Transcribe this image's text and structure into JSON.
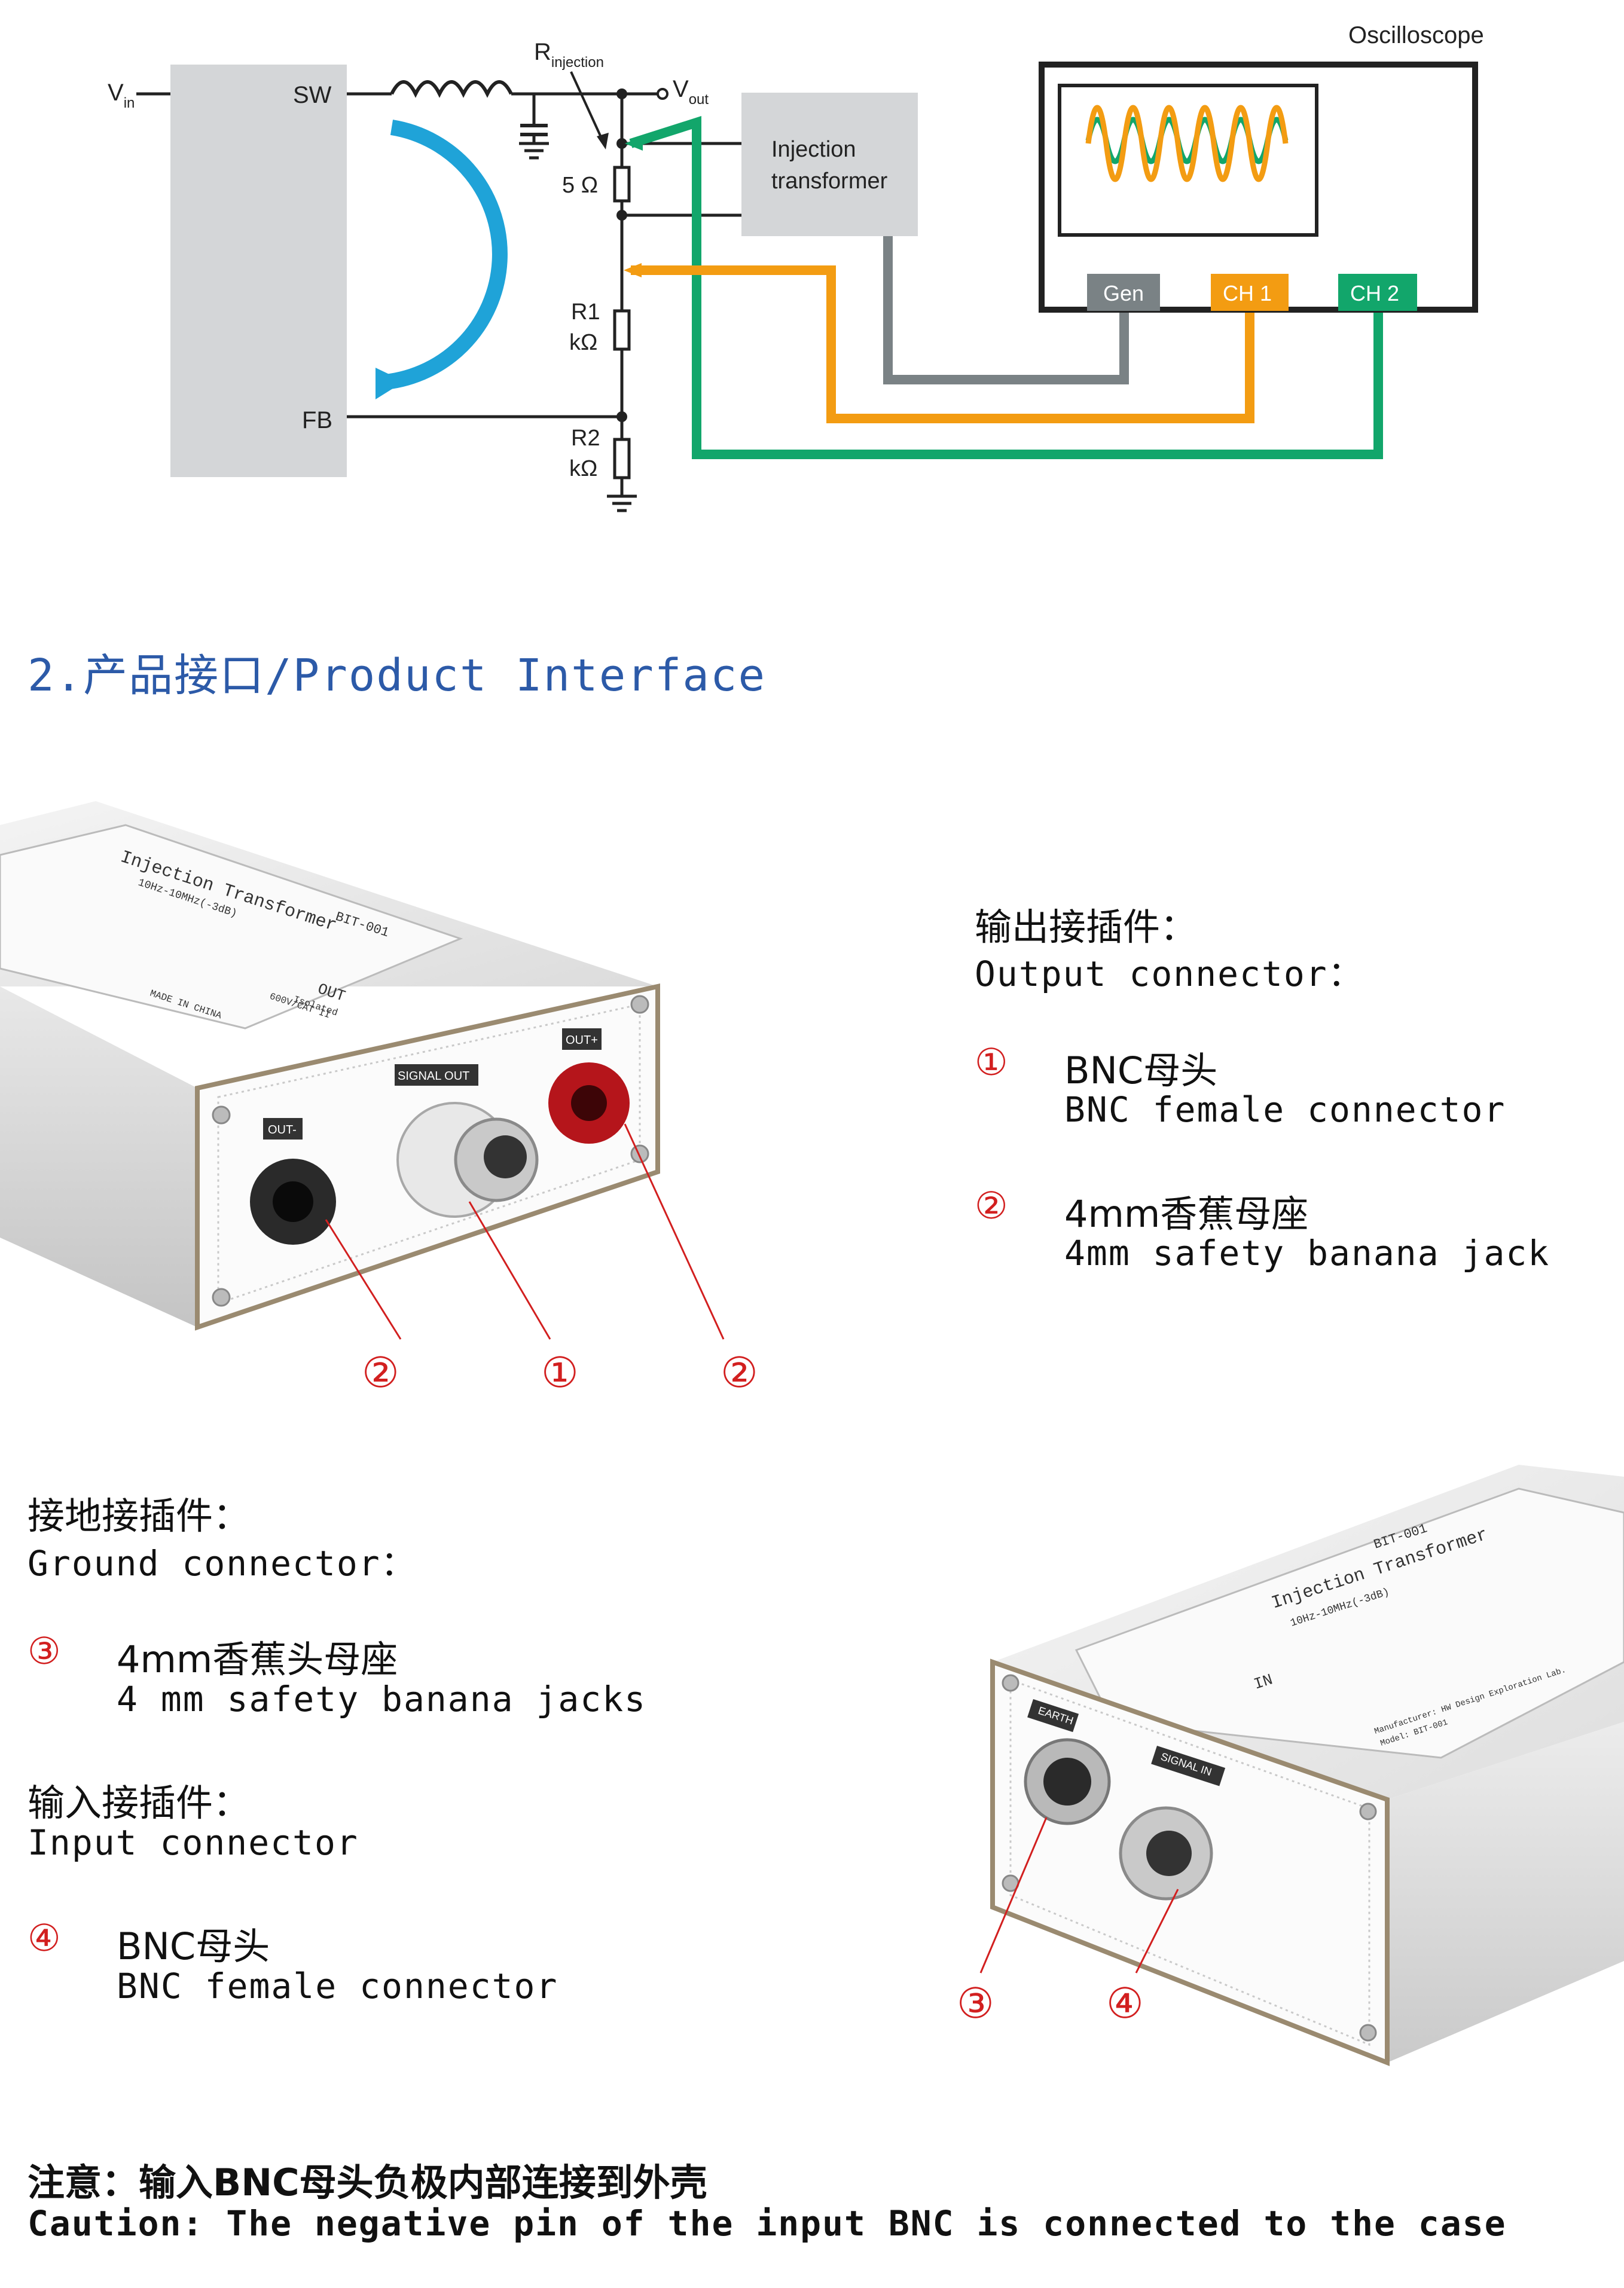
{
  "schematic": {
    "vin_label": "V",
    "vin_sub": "in",
    "sw_label": "SW",
    "fb_label": "FB",
    "rinj_label": "R",
    "rinj_sub": "injection",
    "vout_label": "V",
    "vout_sub": "out",
    "r5_label": "5 Ω",
    "r1_label": "R1",
    "r1_unit": "kΩ",
    "r2_label": "R2",
    "r2_unit": "kΩ",
    "transformer_line1": "Injection",
    "transformer_line2": "transformer",
    "oscilloscope_label": "Oscilloscope",
    "gen_label": "Gen",
    "ch1_label": "CH 1",
    "ch2_label": "CH 2",
    "colors": {
      "gen": "#7a8285",
      "ch1": "#f39c12",
      "ch2": "#12a66b",
      "loop": "#1fa3d8",
      "ic": "#d4d6d8"
    }
  },
  "section_title": "2.产品接口/Product Interface",
  "output_block": {
    "heading_cn": "输出接插件：",
    "heading_en": "Output connector：",
    "item1_marker": "①",
    "item1_cn": "BNC母头",
    "item1_en": "BNC female connector",
    "item2_marker": "②",
    "item2_cn": "4mm香蕉母座",
    "item2_en": "4mm safety banana jack"
  },
  "ground_block": {
    "heading_cn": "接地接插件：",
    "heading_en": "Ground connector：",
    "item3_marker": "③",
    "item3_cn": "4mm香蕉头母座",
    "item3_en": "4 mm safety banana jacks"
  },
  "input_block": {
    "heading_cn": "输入接插件：",
    "heading_en": "Input connector",
    "item4_marker": "④",
    "item4_cn": "BNC母头",
    "item4_en": "BNC female connector"
  },
  "photo1": {
    "label_out_minus": "OUT-",
    "label_signal_out": "SIGNAL OUT",
    "label_out_plus": "OUT+",
    "label_model": "BIT-001",
    "label_title": "Injection Transformer",
    "label_spec": "10Hz-10MHz(-3dB)",
    "label_out": "OUT",
    "label_isolated": "Isolated",
    "label_cat": "600V/CAT II",
    "label_made": "MADE IN CHINA",
    "callout_left": "②",
    "callout_mid": "①",
    "callout_right": "②"
  },
  "photo2": {
    "label_earth": "EARTH",
    "label_signal_in": "SIGNAL IN",
    "label_model": "BIT-001",
    "label_title": "Injection Transformer",
    "label_spec": "10Hz-10MHz(-3dB)",
    "label_in": "IN",
    "label_manufacturer": "Manufacturer: HW Design Exploration Lab.",
    "label_modelline": "Model: BIT-001",
    "callout_left": "③",
    "callout_right": "④"
  },
  "caution": {
    "cn": "注意：输入BNC母头负极内部连接到外壳",
    "en": "Caution: The negative pin of the input BNC is connected to the case"
  }
}
